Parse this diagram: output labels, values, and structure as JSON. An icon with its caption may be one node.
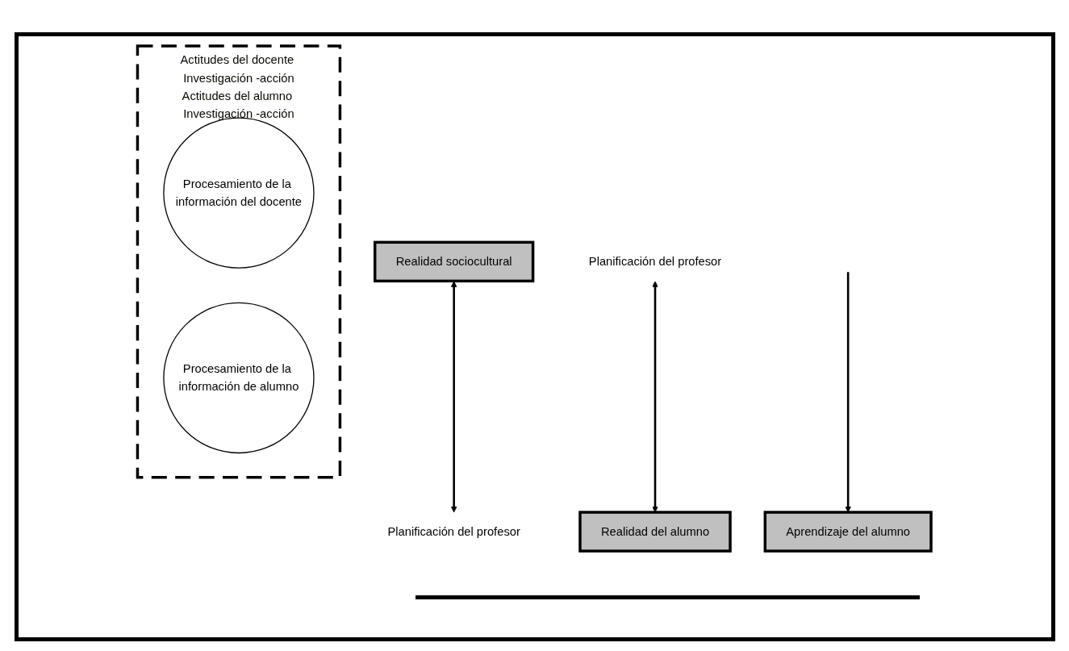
{
  "diagram": {
    "nodes": [
      {
        "text": [
          "Realidad sociocultural"
        ]
      },
      {
        "text": [
          "Planificación del profesor"
        ]
      },
      {
        "text": [
          "Actitudes del docente Investigación -acción",
          "Actitudes del alumno Investigación -acción"
        ]
      },
      {
        "text": [
          "Procesamiento de la información del docente"
        ],
        "in": 2
      },
      {
        "text": [
          "Procesamiento de la información de alumno"
        ],
        "in": 2
      },
      {
        "text": [
          "Aprendizaje del alumno"
        ]
      },
      {
        "text": [
          "Planificación del profesor"
        ]
      },
      {
        "text": [
          "Realidad del alumno"
        ]
      }
    ],
    "edges": [
      {
        "from": 0,
        "to": 1,
        "arrow": "both"
      },
      {
        "from": null,
        "to": 5,
        "arrow": "to"
      },
      {
        "from": 6,
        "to": 7,
        "arrow": "both"
      }
    ]
  }
}
